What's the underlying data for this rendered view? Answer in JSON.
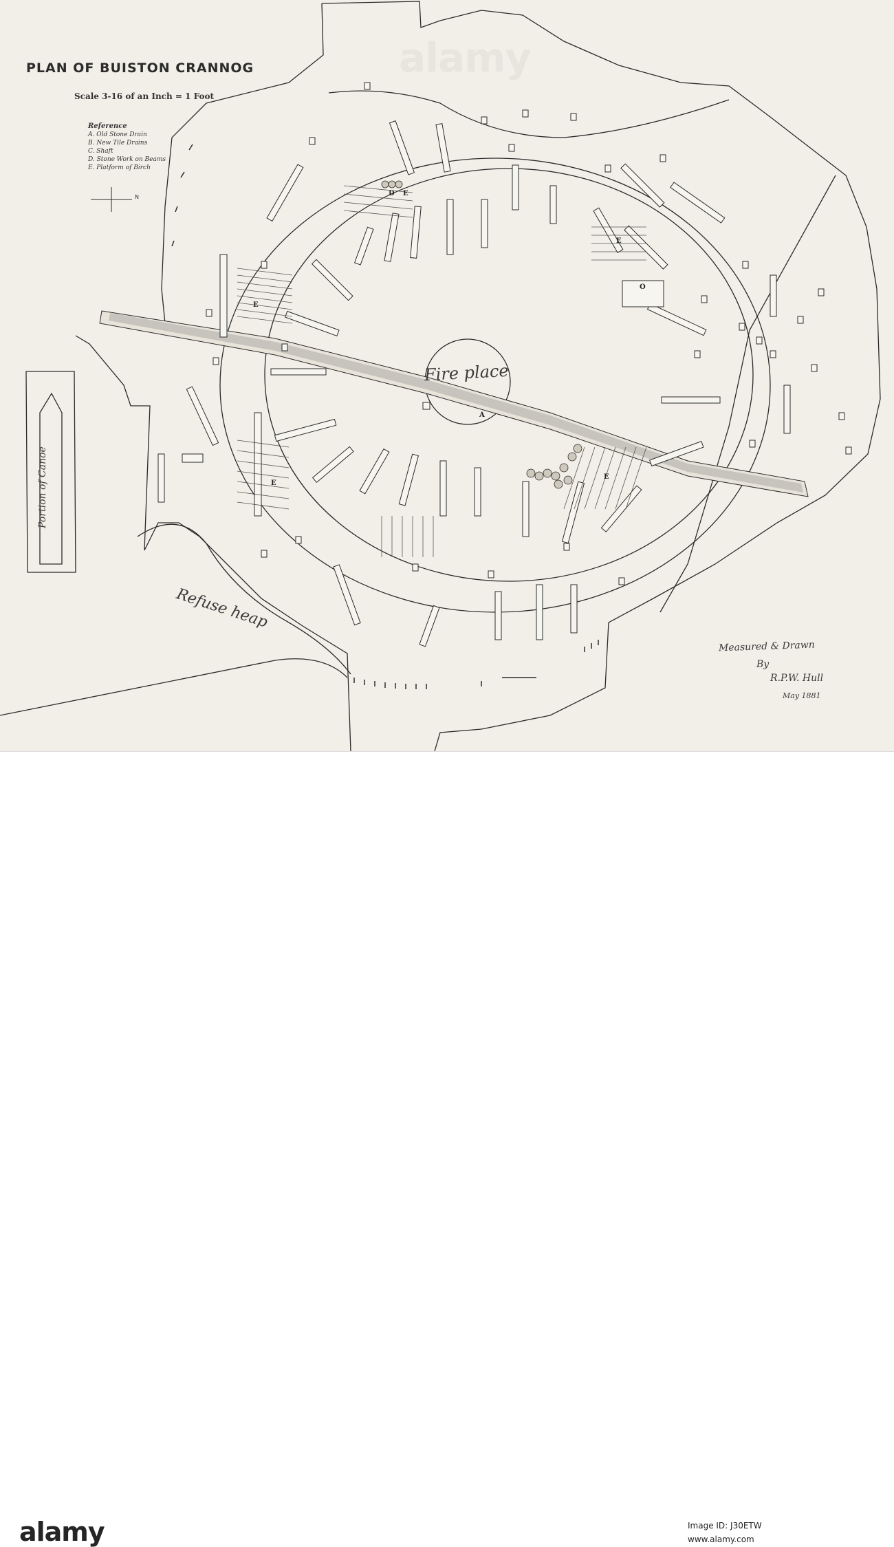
{
  "plan": {
    "title": "PLAN OF BUISTON CRANNOG",
    "scale": "Scale 3-16 of an Inch = 1 Foot",
    "reference_title": "Reference",
    "reference_items": [
      "A. Old Stone Drain",
      "B. New Tile Drains",
      "C. Shaft",
      "D. Stone Work on Beams",
      "E. Platform of Birch"
    ],
    "compass_label": "N",
    "fireplace_label": "Fire place",
    "refuse_label": "Refuse heap",
    "portion_label": "Portion of Canoe",
    "credit_measured": "Measured & Drawn",
    "credit_by": "By",
    "credit_author": "R.P.W. Hull",
    "credit_date": "May 1881",
    "letter_a": "A",
    "letter_d": "D",
    "letter_o": "O",
    "letter_e": "E"
  },
  "footer": {
    "watermark": "alamy",
    "image_id": "Image ID: J30ETW",
    "url": "www.alamy.com"
  }
}
